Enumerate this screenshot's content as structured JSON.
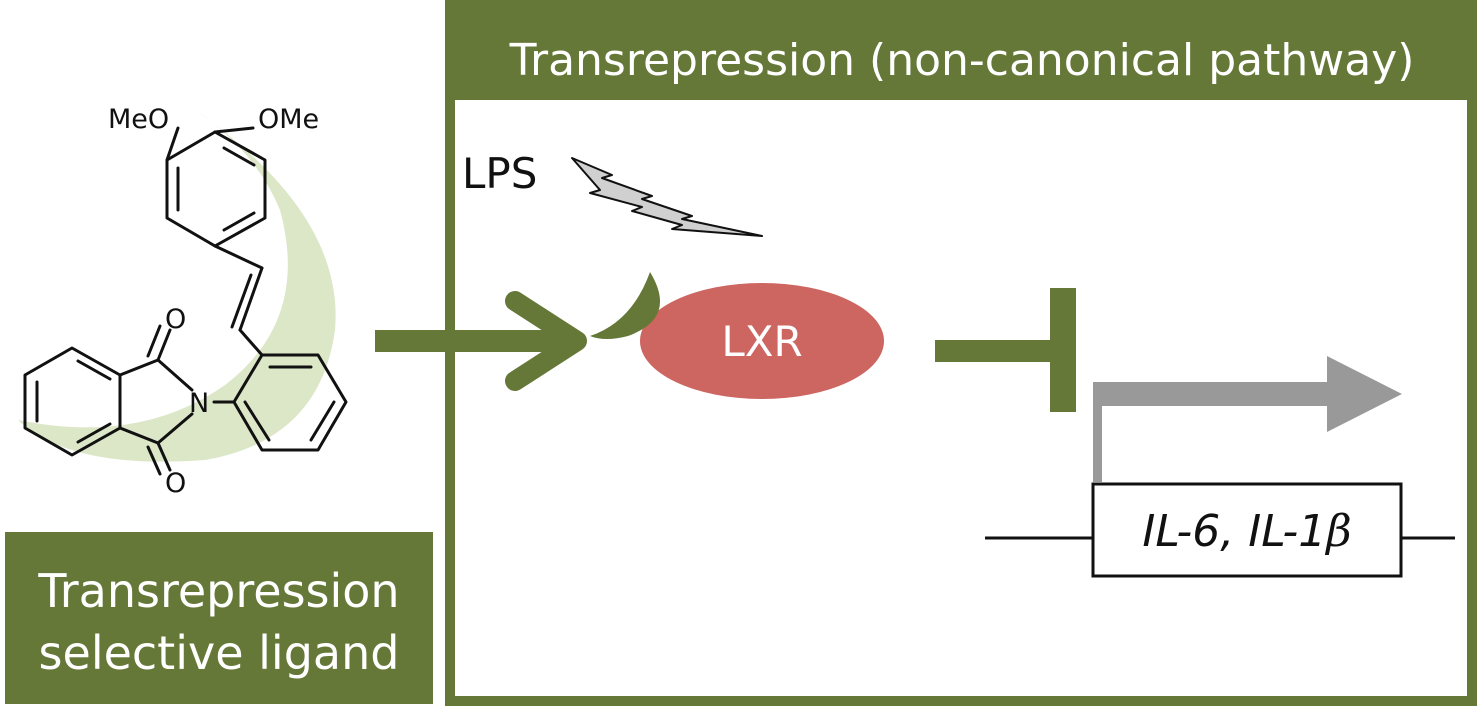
{
  "colors": {
    "frame_green": "#657838",
    "lxr_red": "#cd6560",
    "gene_arrow_gray": "#999999",
    "lps_gray": "#d0d0d0",
    "ligand_shadow": "#dce7c8"
  },
  "ligand": {
    "atom_labels": {
      "meo_left": "MeO",
      "ome_right": "OMe",
      "oxygen_top": "O",
      "oxygen_bottom": "O",
      "nitrogen": "N"
    },
    "caption_line1": "Transrepression",
    "caption_line2": "selective ligand"
  },
  "pathway": {
    "title": "Transrepression (non-canonical pathway)",
    "stimulus_label": "LPS",
    "receptor_label": "LXR",
    "genes_prefix": "IL-6, IL-1",
    "genes_beta": "β"
  }
}
